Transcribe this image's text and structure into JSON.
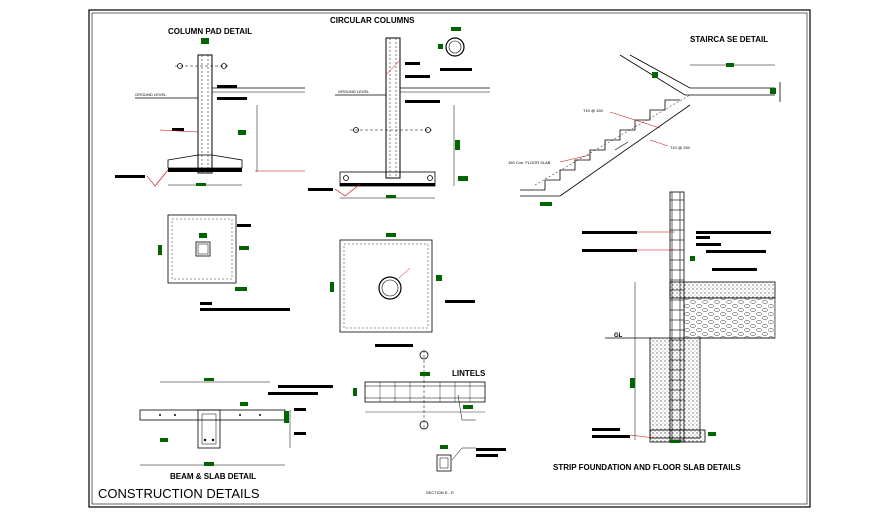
{
  "sheet": {
    "title": "CONSTRUCTION  DETAILS"
  },
  "details": {
    "column_pad": {
      "title": "COLUMN PAD  DETAIL",
      "ground_label": "GROUND LEVEL"
    },
    "circular_columns": {
      "title": "CIRCULAR COLUMNS",
      "ground_label": "GROUND LEVEL"
    },
    "staircase": {
      "title": "STAIRCA SE DETAIL",
      "label_t10_a": "T10 @ 150",
      "label_t10_b": "T10 @ 150",
      "label_slab": "150 Con. FLOOR SLAB"
    },
    "lintels": {
      "title": "LINTELS",
      "section_label": "SECTION  E - E"
    },
    "beam_slab": {
      "title": "BEAM & SLAB DETAIL"
    },
    "strip_foundation": {
      "title": "STRIP FOUNDATION AND FLOOR SLAB DETAILS",
      "gl_label": "GL"
    }
  },
  "colors": {
    "line": "#000000",
    "accent_green": "#006400",
    "red": "#cc0000",
    "hatch": "#555555"
  }
}
